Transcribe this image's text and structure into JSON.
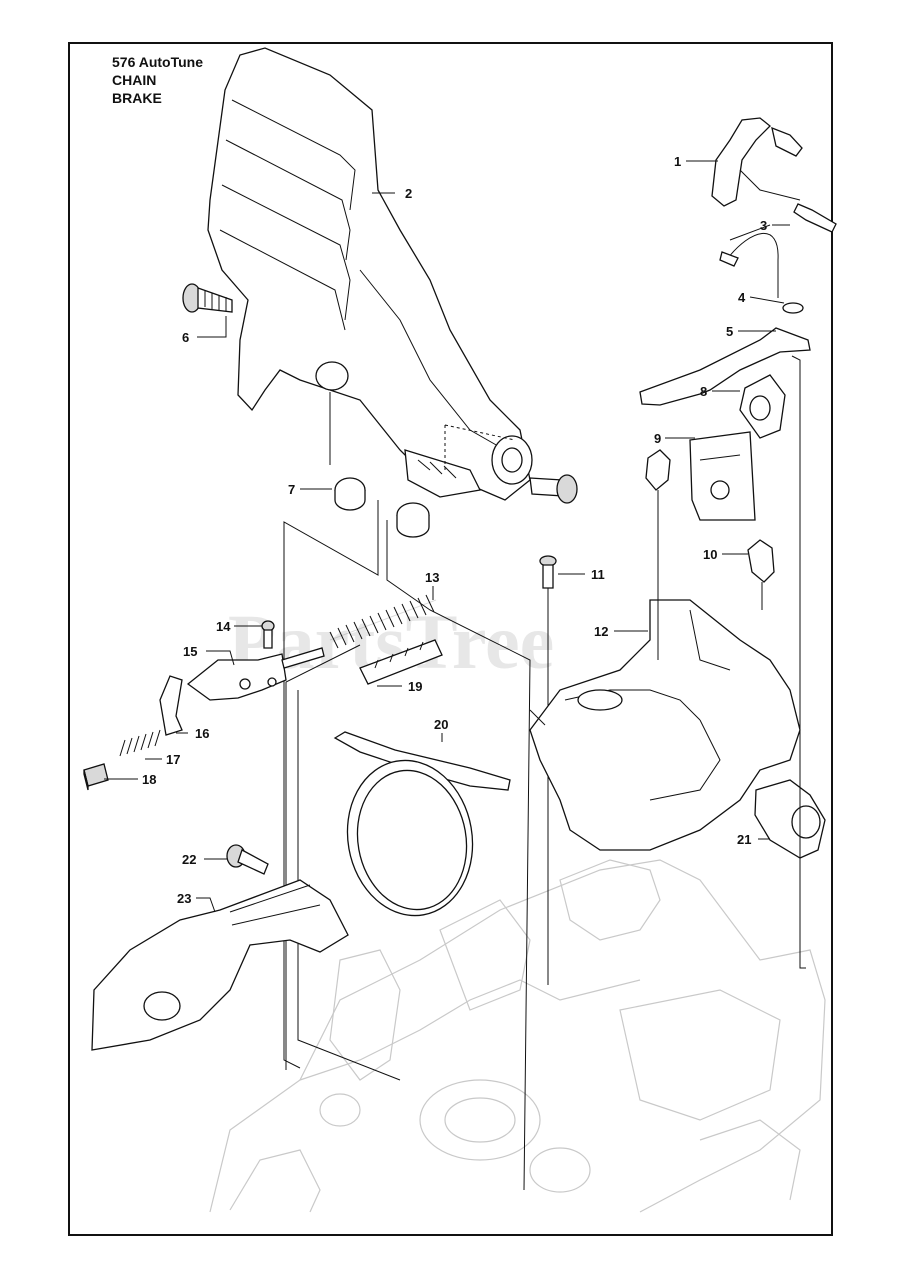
{
  "title_lines": [
    "576 AutoTune",
    "CHAIN",
    "BRAKE"
  ],
  "watermark": "PartsTree",
  "part_numbers": [
    "1",
    "2",
    "3",
    "4",
    "5",
    "6",
    "7",
    "8",
    "9",
    "10",
    "11",
    "12",
    "13",
    "14",
    "15",
    "16",
    "17",
    "18",
    "19",
    "20",
    "21",
    "22",
    "23"
  ]
}
